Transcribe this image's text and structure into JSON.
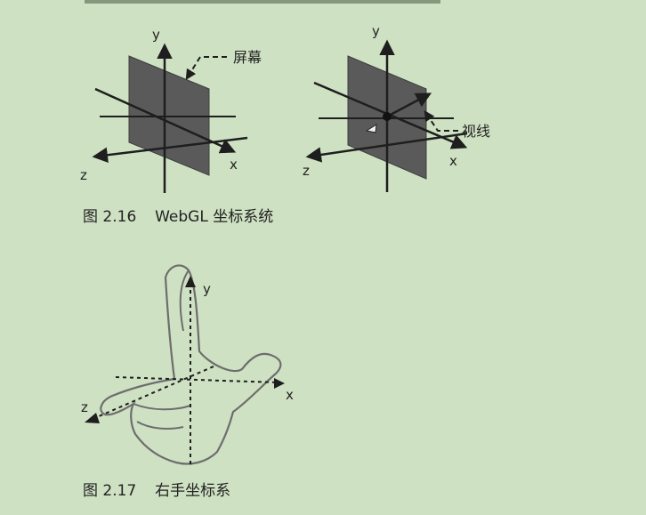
{
  "colors": {
    "background": "#cfe1c3",
    "screen_fill": "#5a5a5a",
    "line": "#1e1e1e",
    "text": "#222222"
  },
  "figure_216": {
    "left": {
      "y_label": "y",
      "x_label": "x",
      "z_label": "z",
      "screen_label": "屏幕"
    },
    "right": {
      "y_label": "y",
      "x_label": "x",
      "z_label": "z",
      "line_of_sight_label": "视线"
    },
    "caption": {
      "prefix": "图",
      "number": "2.16",
      "title": "WebGL 坐标系统"
    }
  },
  "figure_217": {
    "y_label": "y",
    "x_label": "x",
    "z_label": "z",
    "caption": {
      "prefix": "图",
      "number": "2.17",
      "title": "右手坐标系"
    }
  }
}
